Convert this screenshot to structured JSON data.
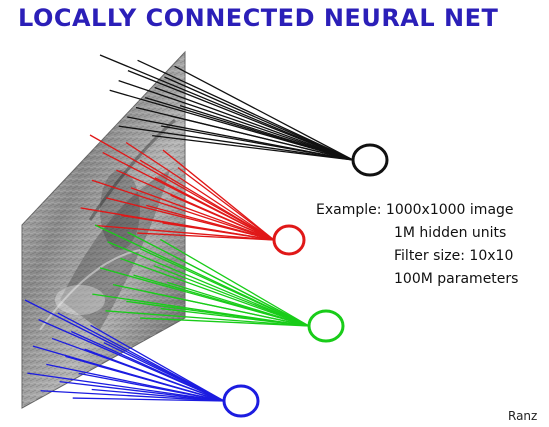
{
  "slide": {
    "title": "LOCALLY CONNECTED NEURAL NET",
    "example": {
      "lead": "Example:",
      "lines": [
        "1000x1000 image",
        "1M hidden units",
        "Filter size: 10x10",
        "100M parameters"
      ]
    },
    "credit": "Ranz"
  },
  "diagram": {
    "image_plane": "grayscale input image (perspective view)",
    "units": [
      {
        "name": "hidden-unit-black",
        "color": "#111111"
      },
      {
        "name": "hidden-unit-red",
        "color": "#e01818"
      },
      {
        "name": "hidden-unit-green",
        "color": "#19cc19"
      },
      {
        "name": "hidden-unit-blue",
        "color": "#1c1ce0"
      }
    ]
  }
}
